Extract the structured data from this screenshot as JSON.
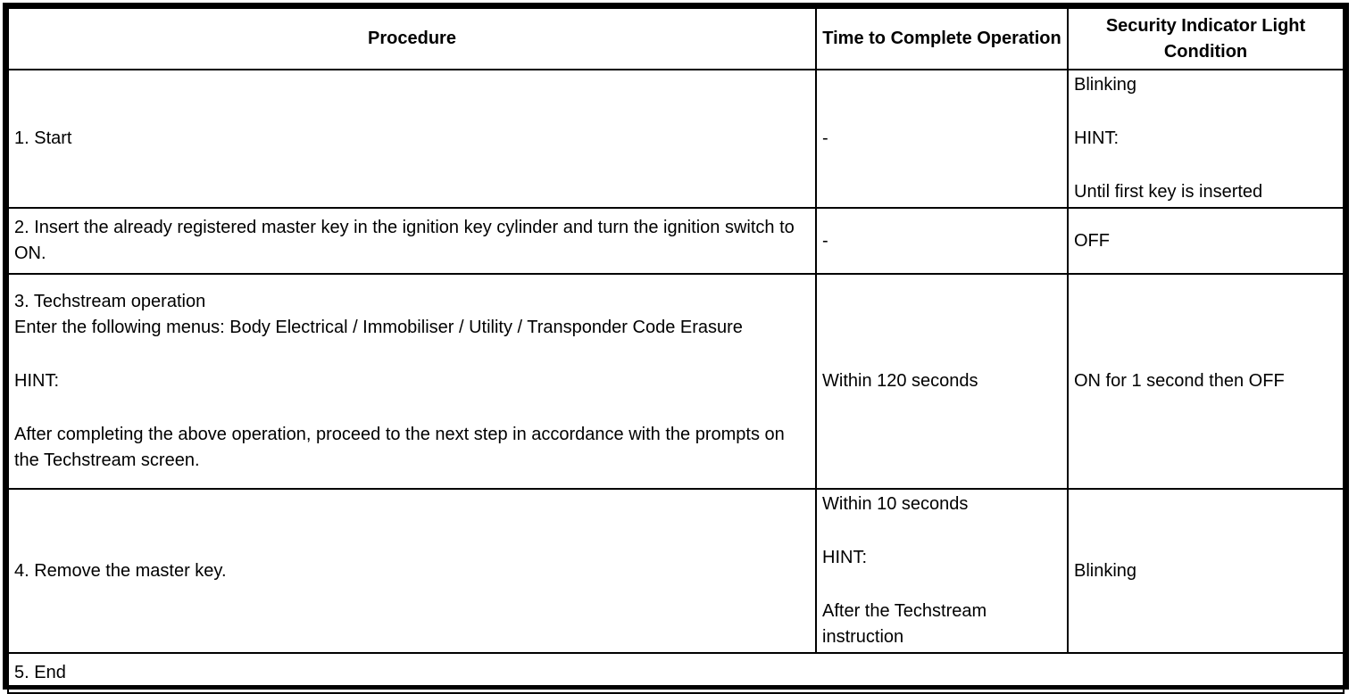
{
  "table": {
    "header": {
      "procedure": "Procedure",
      "time": "Time to Complete Operation",
      "light": "Security Indicator Light Condition"
    },
    "rows": {
      "r1": {
        "procedure": "1. Start",
        "time": "-",
        "light": [
          "Blinking",
          "HINT:",
          "Until first key is inserted"
        ]
      },
      "r2": {
        "procedure": "2. Insert the already registered master key in the ignition key cylinder and turn the ignition switch to ON.",
        "time": "-",
        "light": "OFF"
      },
      "r3": {
        "procedure": [
          "3. Techstream operation",
          "Enter the following menus: Body Electrical / Immobiliser / Utility / Transponder Code Erasure",
          "HINT:",
          "After completing the above operation, proceed to the next step in accordance with the prompts on the Techstream screen."
        ],
        "time": "Within 120 seconds",
        "light": "ON for 1 second then OFF"
      },
      "r4": {
        "procedure": "4. Remove the master key.",
        "time": [
          "Within 10 seconds",
          "HINT:",
          "After the Techstream instruction"
        ],
        "light": "Blinking"
      },
      "r5": {
        "procedure": "5. End"
      }
    },
    "colors": {
      "border": "#000000",
      "text": "#000000",
      "background": "#ffffff"
    }
  }
}
